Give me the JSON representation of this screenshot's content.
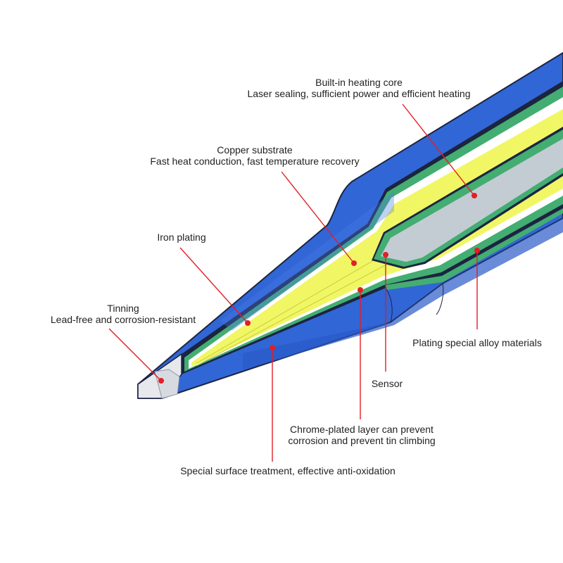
{
  "colors": {
    "body_blue": "#3166d6",
    "outline": "#1c2440",
    "green": "#43ad72",
    "yellow": "#f1f665",
    "core_gray": "#c3ccd3",
    "tin_silver": "#e6e8ec",
    "leader_red": "#e11f26"
  },
  "labels": {
    "heating_core": {
      "title": "Built-in heating core",
      "desc": "Laser sealing, sufficient power and efficient heating"
    },
    "copper_substrate": {
      "title": "Copper substrate",
      "desc": "Fast heat conduction, fast temperature recovery"
    },
    "iron_plating": {
      "title": "Iron plating"
    },
    "tinning": {
      "title": "Tinning",
      "desc": "Lead-free and corrosion-resistant"
    },
    "alloy": {
      "title": "Plating special alloy materials"
    },
    "sensor": {
      "title": "Sensor"
    },
    "chrome": {
      "line1": "Chrome-plated layer can prevent",
      "line2": "corrosion and prevent tin climbing"
    },
    "surface": {
      "title": "Special surface treatment, effective anti-oxidation"
    }
  }
}
